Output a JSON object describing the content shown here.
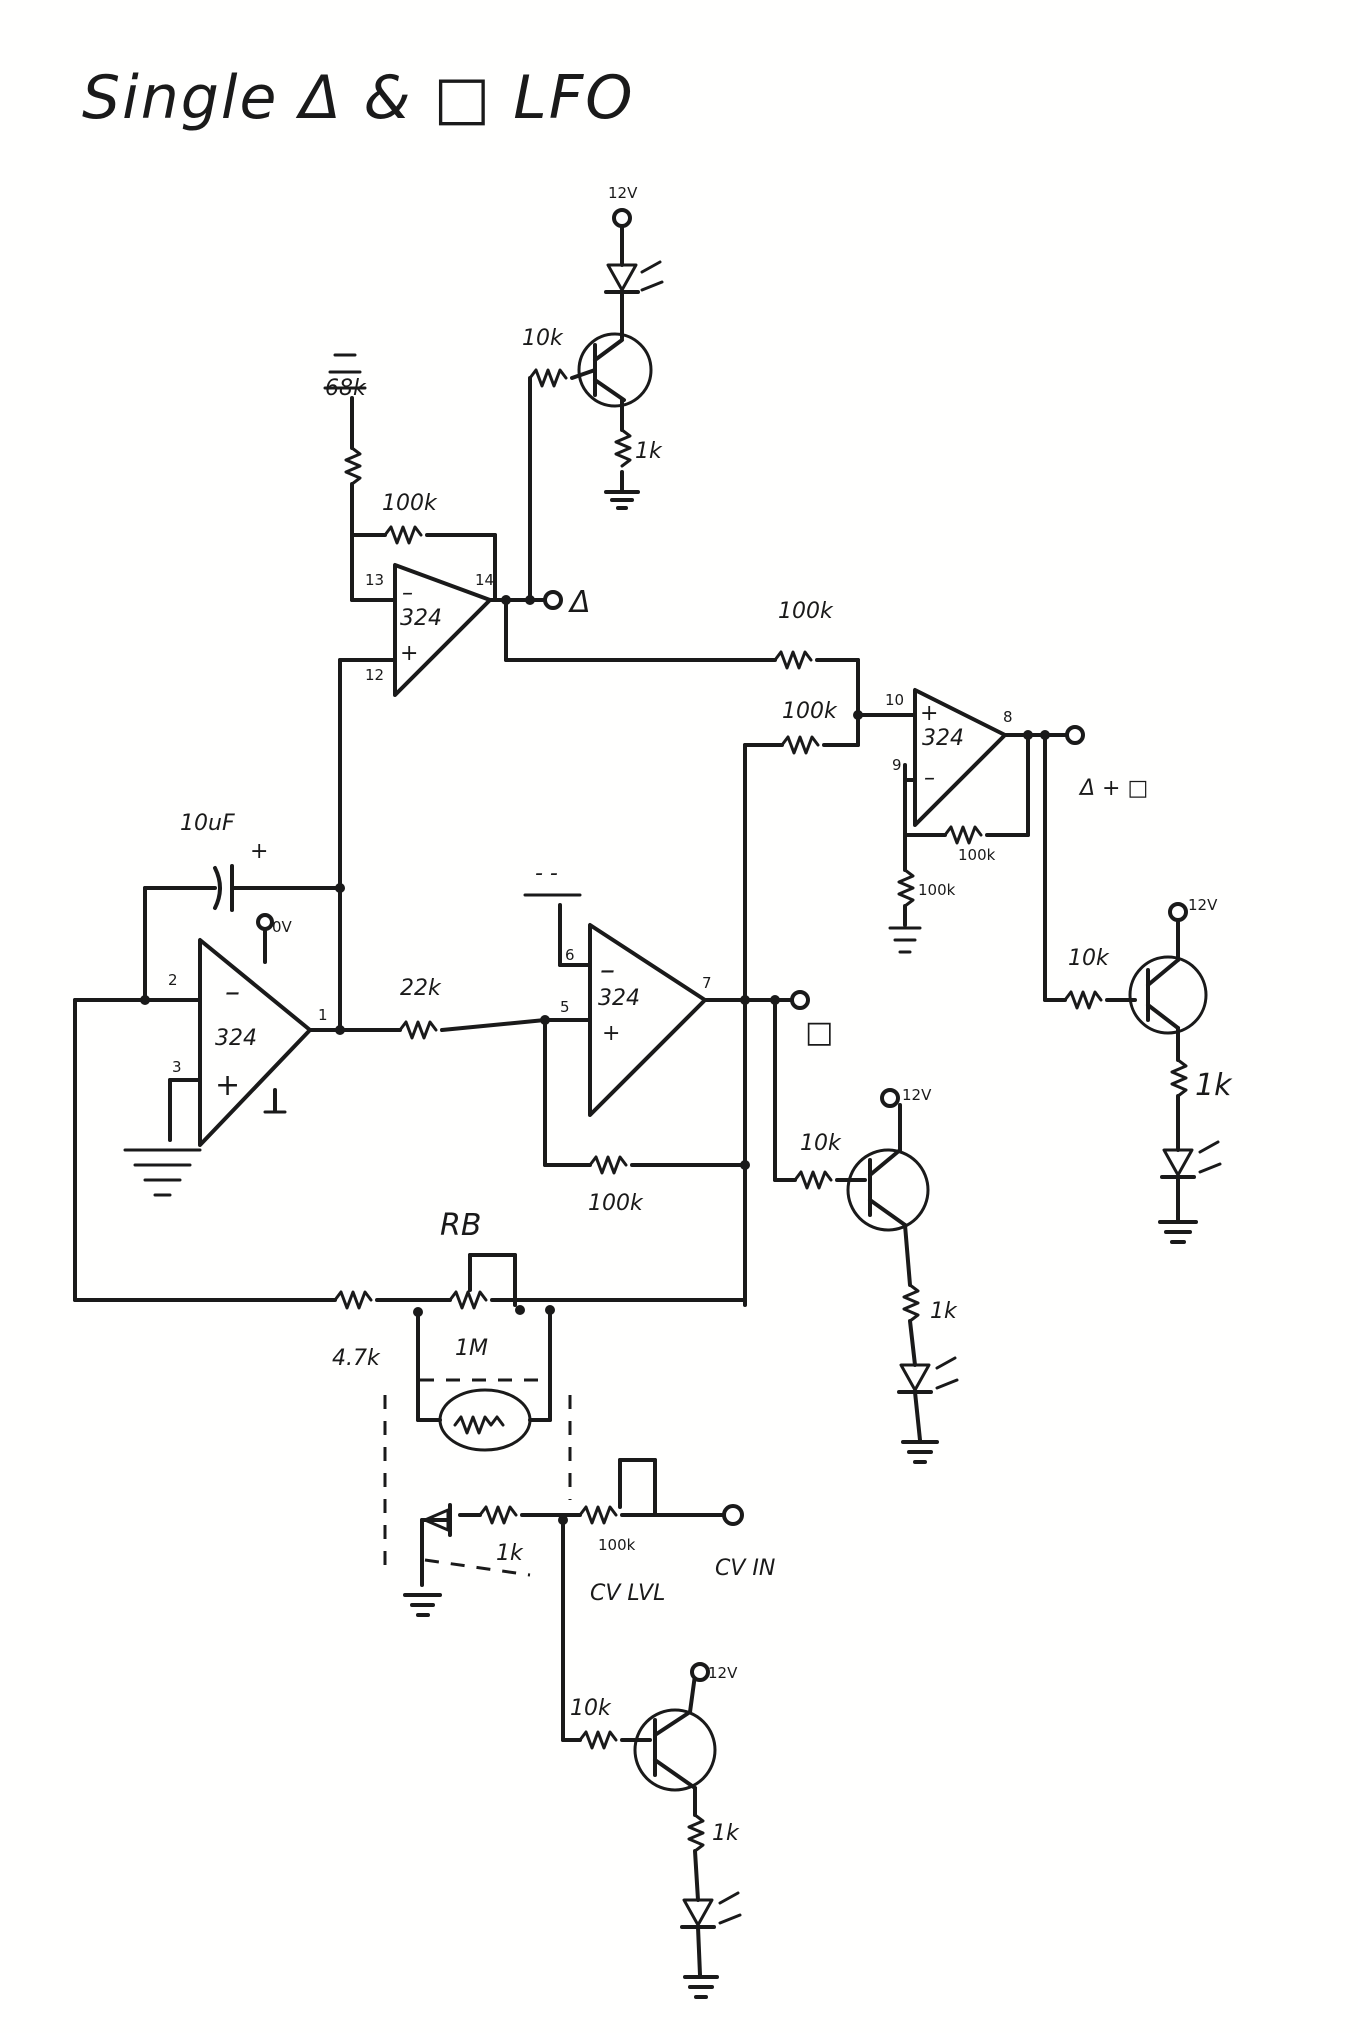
{
  "title": "Single Δ & □ LFO",
  "labels": {
    "v12_top": "12V",
    "r10k_top": "10k",
    "r1k_top": "1k",
    "r68k": "68k",
    "r100k_int": "100k",
    "pin13": "13",
    "pin14": "14",
    "pin12": "12",
    "opamp": "324",
    "out_tri": "Δ",
    "r100k_mix1": "100k",
    "r100k_mix2": "100k",
    "pin10": "10",
    "pin8": "8",
    "pin9": "9",
    "r100k_fb": "100k",
    "r100k_gnd": "100k",
    "out_mix": "Δ + □",
    "cap": "10uF",
    "cap_plus": "+",
    "v12_right": "12V",
    "r10k_right": "10k",
    "r1k_right": "1k",
    "v0": "0V",
    "pin2": "2",
    "pin3": "3",
    "pin1": "1",
    "r22k": "22k",
    "pin6": "6",
    "pin5": "5",
    "pin7": "7",
    "out_sq": "□",
    "v12_mid": "12V",
    "r10k_mid": "10k",
    "r1k_mid": "1k",
    "r100k_hyst": "100k",
    "rb": "RB",
    "r47k": "4.7k",
    "r1m": "1M",
    "r1k_led": "1k",
    "r100k_cv": "100k",
    "cv_lvl": "CV LVL",
    "cv_in": "CV IN",
    "v12_bot": "12V",
    "r10k_bot": "10k",
    "r1k_bot": "1k"
  }
}
